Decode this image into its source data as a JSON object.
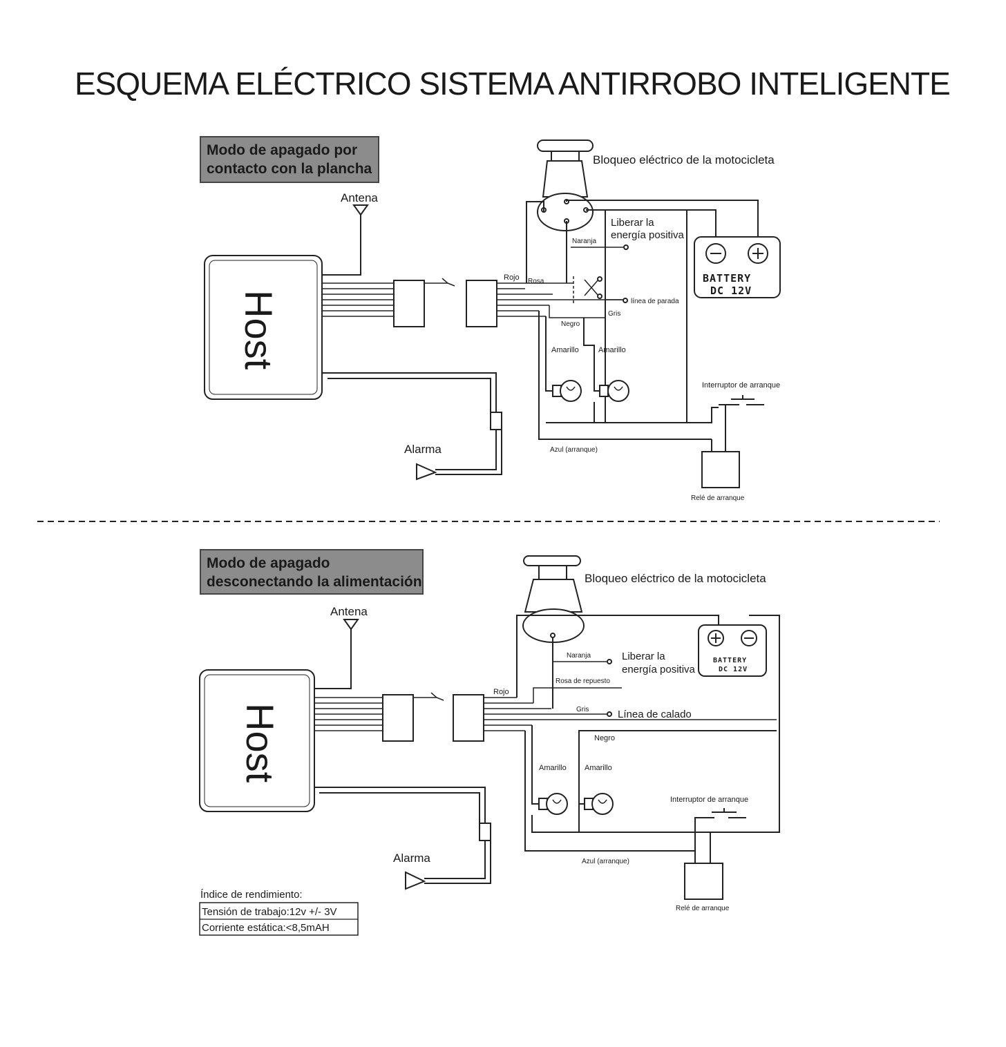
{
  "title": "ESQUEMA ELÉCTRICO SISTEMA ANTIRROBO INTELIGENTE",
  "colors": {
    "mode_box": "#8c8c8c",
    "line": "#222222",
    "background": "#ffffff"
  },
  "top": {
    "mode_line1": "Modo de apagado por",
    "mode_line2": "contacto con la plancha",
    "antenna": "Antena",
    "host": "Host",
    "alarm": "Alarma",
    "lock": "Bloqueo eléctrico de la motocicleta",
    "release_line1": "Liberar la",
    "release_line2": "energía positiva",
    "orange": "Naranja",
    "red": "Rojo",
    "pink": "Rosa",
    "stop_line": "línea de parada",
    "gray": "Gris",
    "black": "Negro",
    "yellow1": "Amarillo",
    "yellow2": "Amarillo",
    "battery_label": "BATTERY",
    "battery_voltage": "DC 12V",
    "start_switch": "Interruptor de arranque",
    "blue": "Azul (arranque)",
    "start_relay": "Relé de arranque"
  },
  "bottom": {
    "mode_line1": "Modo de apagado",
    "mode_line2": "desconectando la alimentación",
    "antenna": "Antena",
    "host": "Host",
    "alarm": "Alarma",
    "lock": "Bloqueo eléctrico de la motocicleta",
    "orange": "Naranja",
    "release_line1": "Liberar la",
    "release_line2": "energía positiva",
    "spare_pink": "Rosa de repuesto",
    "red": "Rojo",
    "gray": "Gris",
    "stall_line": "Línea de calado",
    "black": "Negro",
    "yellow1": "Amarillo",
    "yellow2": "Amarillo",
    "battery_label": "BATTERY",
    "battery_voltage": "DC 12V",
    "start_switch": "Interruptor de arranque",
    "blue": "Azul (arranque)",
    "start_relay": "Relé de arranque"
  },
  "performance": {
    "heading": "Índice de rendimiento:",
    "voltage": "Tensión de trabajo:12v +/- 3V",
    "current": "Corriente estática:<8,5mAH"
  },
  "icons": [
    "antenna-icon",
    "battery-icon",
    "bulb-icon",
    "horn-icon",
    "ignition-lock-icon",
    "scissors-icon",
    "switch-icon",
    "connector-icon"
  ]
}
